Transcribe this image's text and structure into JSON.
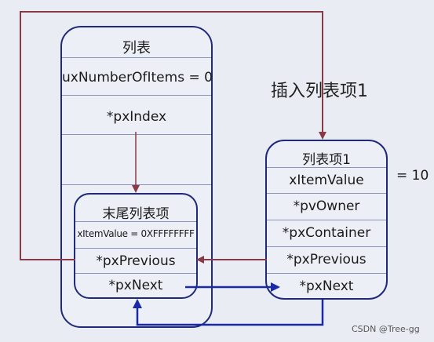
{
  "list": {
    "title": "列表",
    "count": "uxNumberOfItems = 0",
    "index": "*pxIndex"
  },
  "end_item": {
    "title": "末尾列表项",
    "value": "xItemValue = 0XFFFFFFFF",
    "previous": "*pxPrevious",
    "next": "*pxNext"
  },
  "new_item": {
    "title": "列表项1",
    "value": "xItemValue",
    "owner": "*pvOwner",
    "container": "*pxContainer",
    "previous": "*pxPrevious",
    "next": "*pxNext"
  },
  "value_note": "= 10",
  "heading": "插入列表项1",
  "watermark": "CSDN @Tree-gg",
  "colors": {
    "box_border": "#1f2a78",
    "arrow_red": "#8a3a46",
    "arrow_blue": "#1a2aa6",
    "background": "#e9edf3"
  }
}
